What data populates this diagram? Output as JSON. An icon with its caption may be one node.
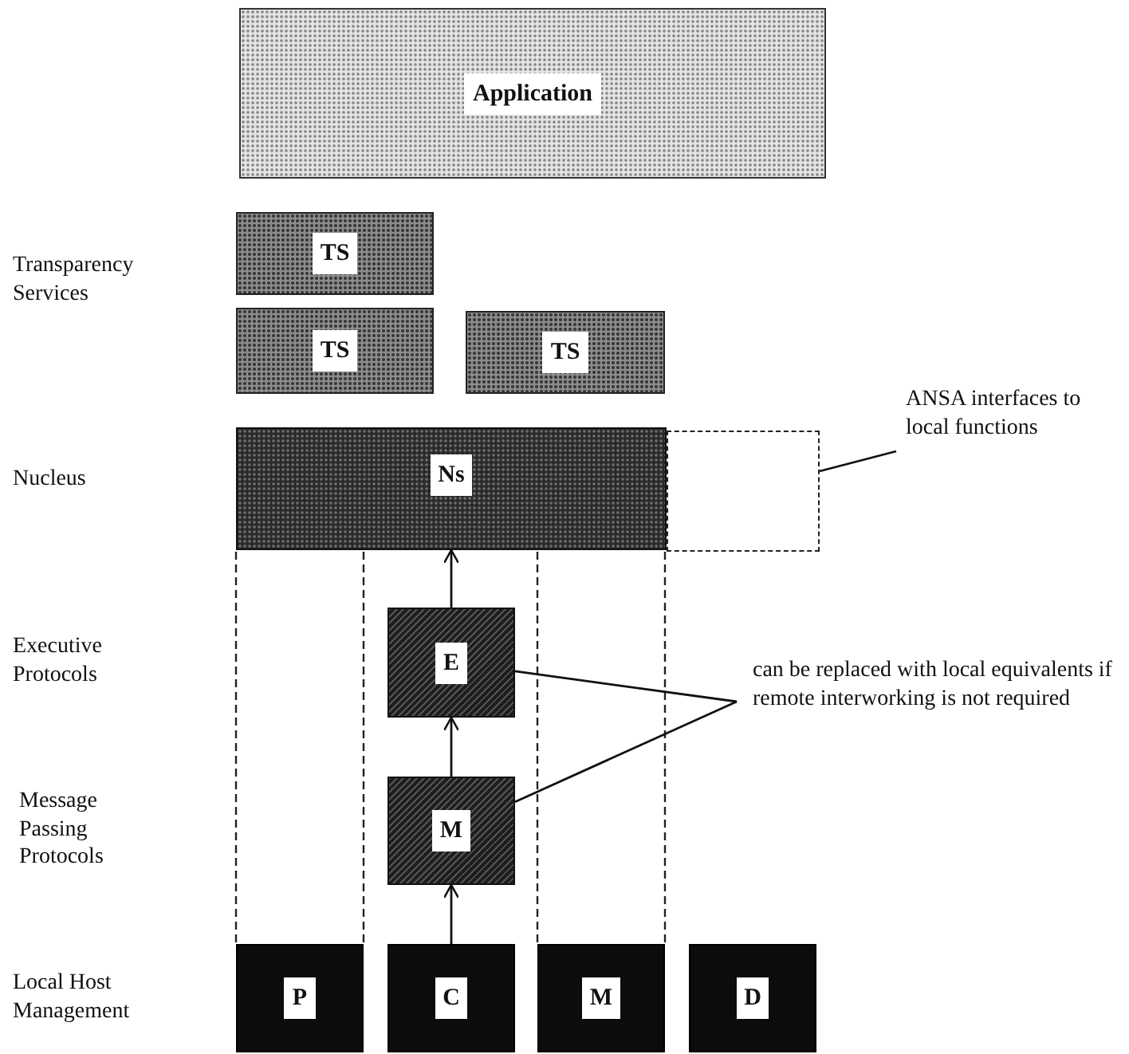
{
  "diagram": {
    "nodes": [
      {
        "text": [
          "Application"
        ]
      },
      {
        "text": [
          "TS"
        ]
      },
      {
        "text": [
          "TS"
        ]
      },
      {
        "text": [
          "TS"
        ]
      },
      {
        "text": [
          "Ns"
        ]
      },
      {
        "text": [],
        "shape": "box"
      },
      {
        "text": [
          "ANSA interfaces to local functions"
        ]
      },
      {
        "text": [
          "E"
        ]
      },
      {
        "text": [
          "can be replaced with local equivalents if remote interworking is not required"
        ]
      },
      {
        "text": [
          "M"
        ]
      },
      {
        "text": [
          "P"
        ]
      },
      {
        "text": [
          "C"
        ]
      },
      {
        "text": [
          "M"
        ]
      },
      {
        "text": [
          "D"
        ]
      }
    ],
    "edges": [
      {
        "from": 11,
        "to": 9,
        "arrow": "to"
      },
      {
        "from": 9,
        "to": 7,
        "arrow": "to"
      },
      {
        "from": 7,
        "to": 4,
        "arrow": "to"
      },
      {
        "from": 6,
        "to": 5,
        "arrow": "none"
      },
      {
        "from": 8,
        "to": 7,
        "arrow": "none"
      },
      {
        "from": 8,
        "to": 9,
        "arrow": "none"
      }
    ],
    "labels": [
      "Transparency Services",
      "Nucleus",
      "Executive Protocols",
      "Message Passing Protocols",
      "Local Host Management"
    ]
  }
}
